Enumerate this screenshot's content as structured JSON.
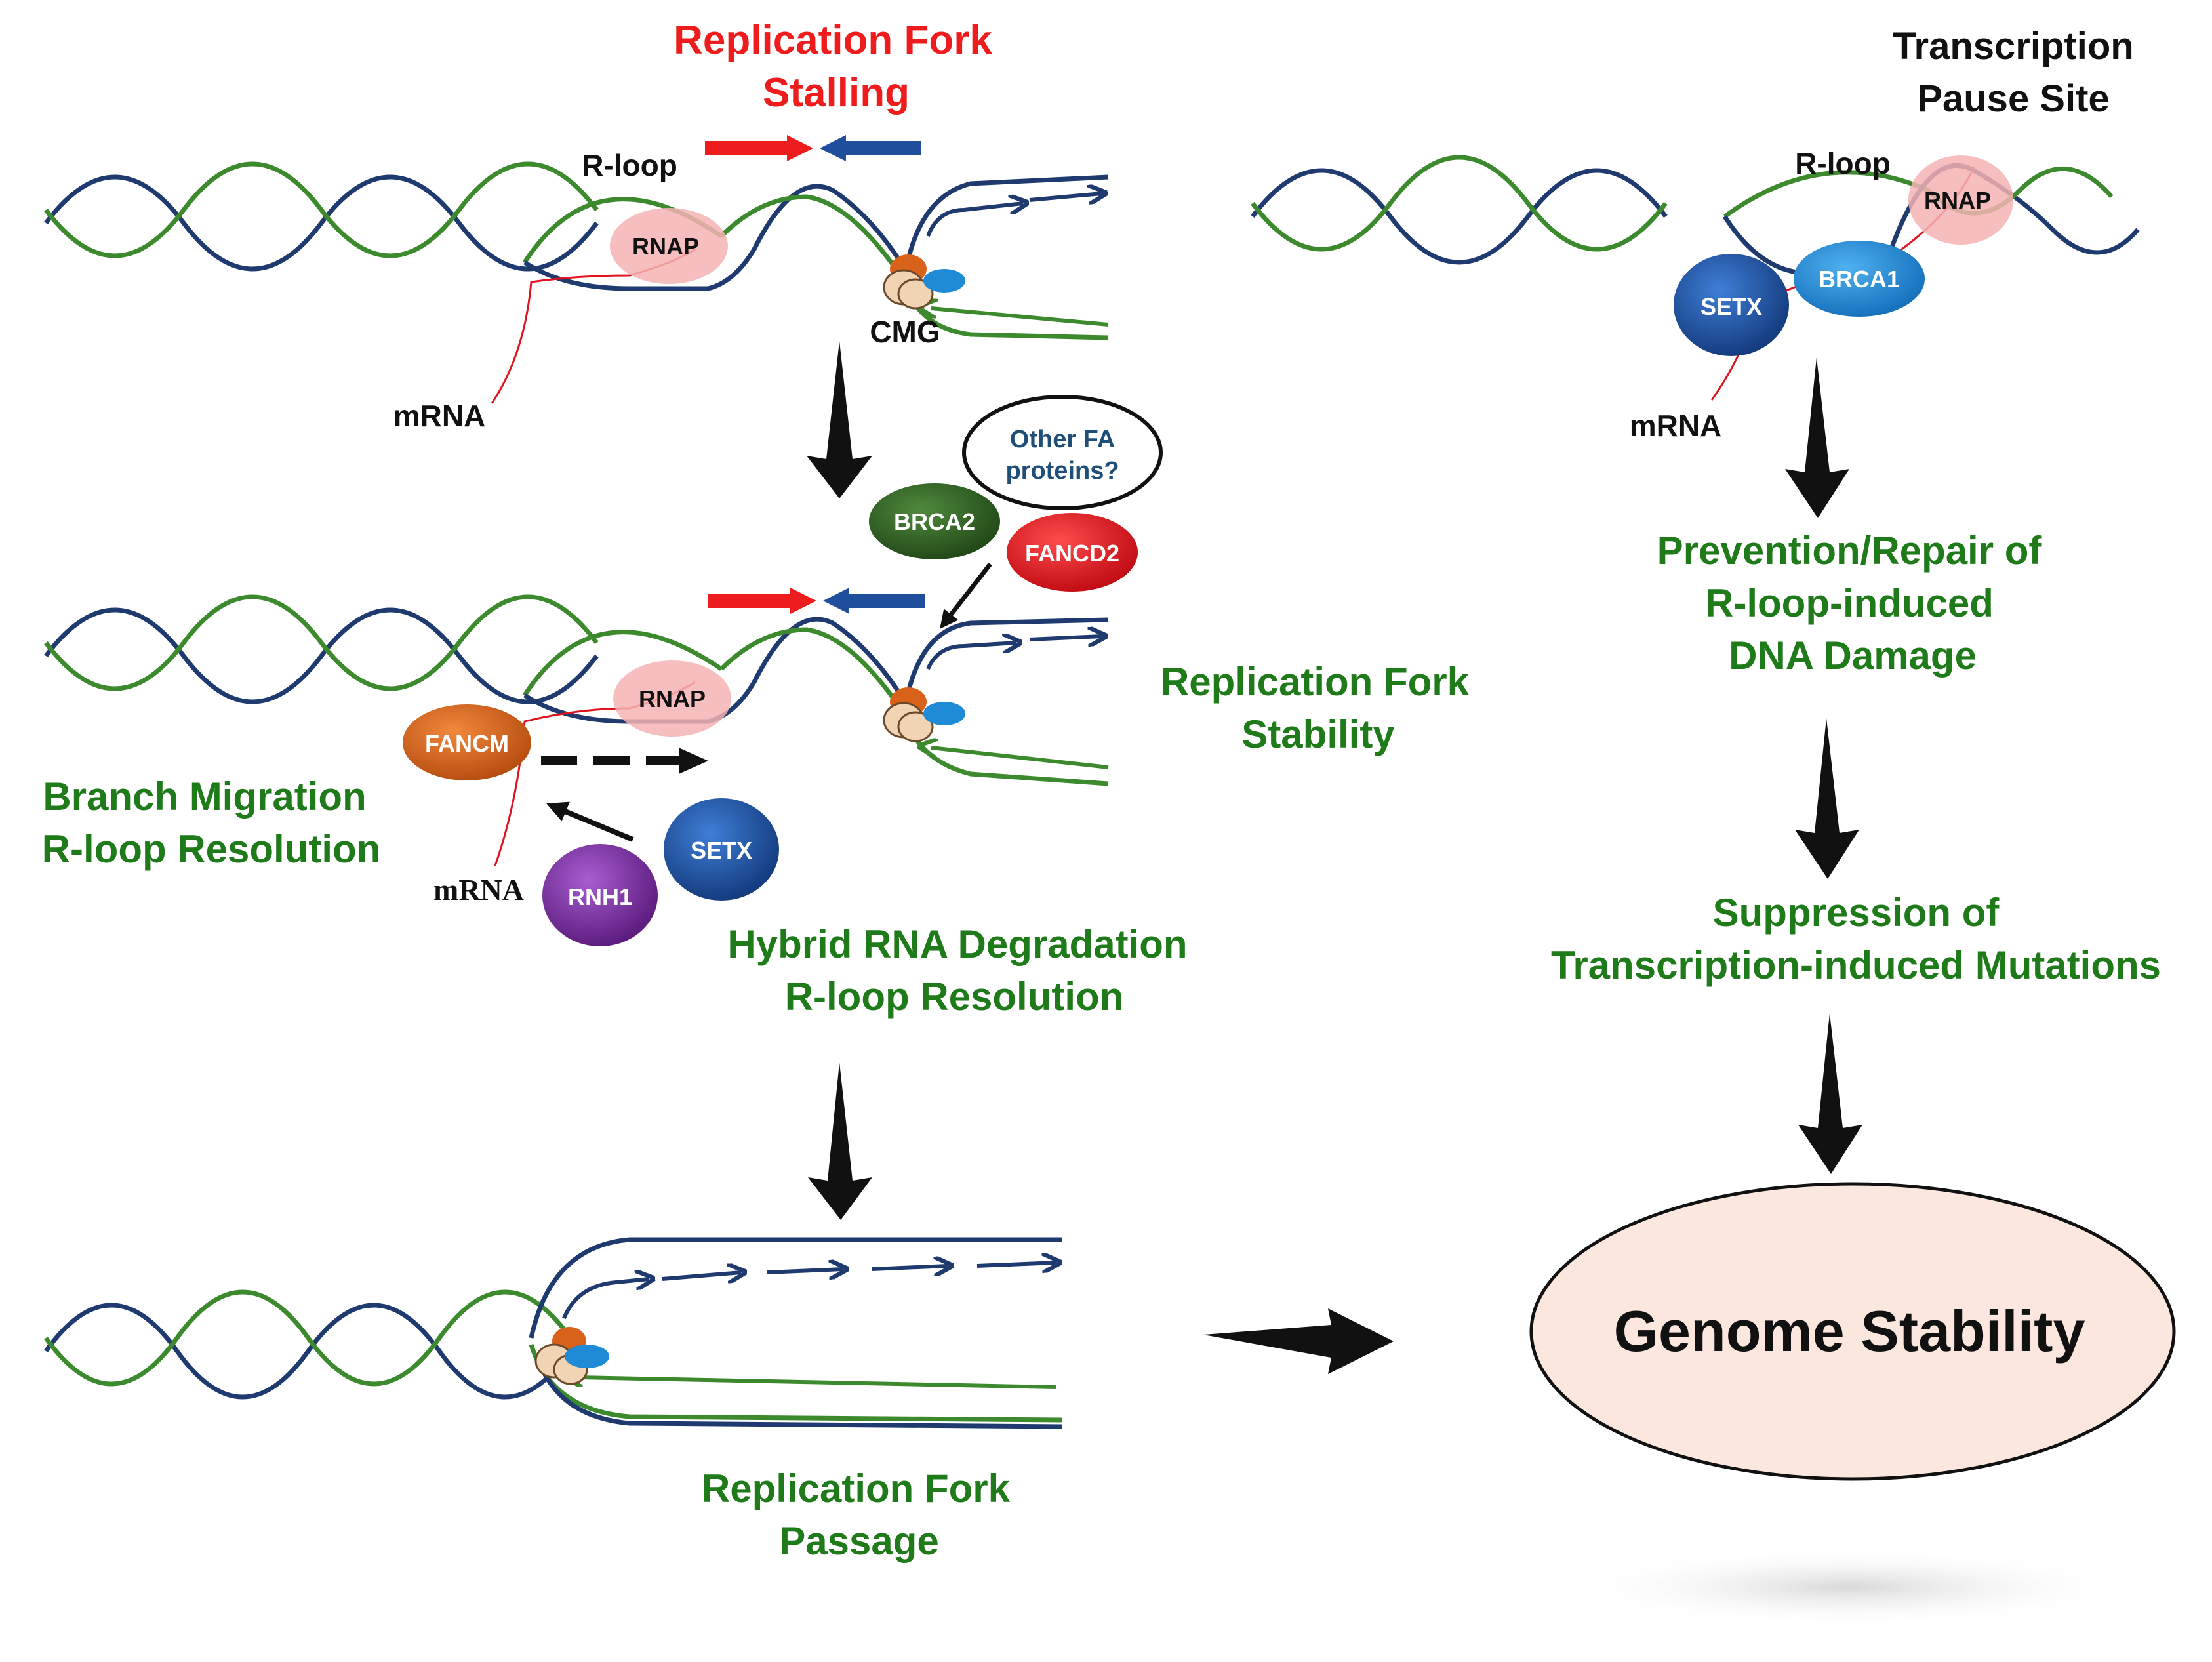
{
  "labels": {
    "fork_stalling_line1": "Replication Fork",
    "fork_stalling_line2": "Stalling",
    "pause_site_line1": "Transcription",
    "pause_site_line2": "Pause Site",
    "rloop_top": "R-loop",
    "rloop_right": "R-loop",
    "mrna_top": "mRNA",
    "mrna_mid": "mRNA",
    "mrna_right": "mRNA",
    "cmg": "CMG",
    "other_fa_line1": "Other FA",
    "other_fa_line2": "proteins?",
    "fork_stability_line1": "Replication Fork",
    "fork_stability_line2": "Stability",
    "branch_line1": "Branch Migration",
    "branch_line2": "R-loop Resolution",
    "hybrid_line1": "Hybrid RNA  Degradation",
    "hybrid_line2": "R-loop Resolution",
    "passage_line1": "Replication Fork",
    "passage_line2": "Passage",
    "prevention_line1": "Prevention/Repair of",
    "prevention_line2": "R-loop-induced",
    "prevention_line3": "DNA Damage",
    "suppression_line1": "Suppression of",
    "suppression_line2": "Transcription-induced Mutations",
    "genome_stability": "Genome Stability"
  },
  "proteins": {
    "rnap": "RNAP",
    "brca2": "BRCA2",
    "fancd2": "FANCD2",
    "fancm": "FANCM",
    "setx": "SETX",
    "rnh1": "RNH1",
    "brca1": "BRCA1"
  },
  "colors": {
    "dna_blue": "#1f3a6e",
    "dna_green": "#3d8a2e",
    "mrna_red": "#e0141e",
    "label_green": "#1f7a1a",
    "label_red": "#ee1c1c",
    "rnap_pink": "#f5b3b3",
    "brca2": "#2e5e22",
    "fancd2": "#e8141a",
    "fancm": "#d9621a",
    "setx": "#1c4f9c",
    "rnh1": "#7a2b9c",
    "brca1": "#1f8ad6",
    "genome_fill": "#fbe7de"
  }
}
